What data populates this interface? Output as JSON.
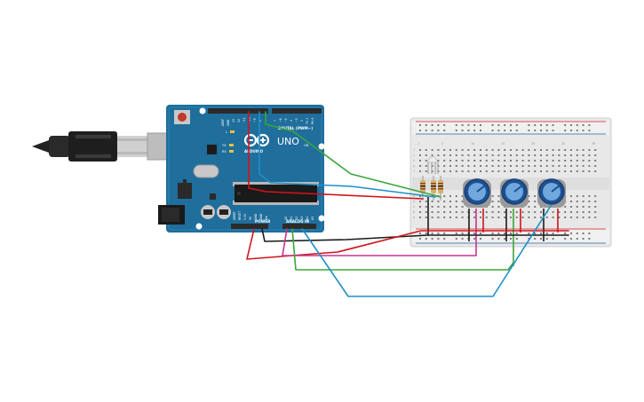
{
  "board": {
    "brand": "ARDUINO",
    "model": "UNO",
    "digital_header": "DIGITAL (PWM~)",
    "power_header": "POWER",
    "analog_header": "ANALOG IN",
    "tx_label": "TX",
    "rx_label": "RX",
    "l_label": "L",
    "on_label": "ON",
    "reset_label": "RESET",
    "top_pin_labels": [
      "AREF",
      "GND",
      "13",
      "12",
      "~11",
      "~10",
      "~9",
      "8",
      "7",
      "~6",
      "~5",
      "4",
      "~3",
      "2",
      "TX 1",
      "RX 0"
    ],
    "power_pin_labels": [
      "IOREF",
      "RESET",
      "3.3V",
      "5V",
      "GND",
      "GND",
      "Vin"
    ],
    "analog_pin_labels": [
      "A0",
      "A1",
      "A2",
      "A3",
      "A4",
      "A5"
    ]
  },
  "breadboard": {
    "col_numbers": [
      "1",
      "5",
      "10",
      "15",
      "20",
      "25",
      "30"
    ],
    "row_letters_top": [
      "j",
      "i",
      "h",
      "g",
      "f"
    ],
    "row_letters_bottom": [
      "e",
      "d",
      "c",
      "b",
      "a"
    ]
  },
  "components": {
    "potentiometers": [
      "pot-1",
      "pot-2",
      "pot-3"
    ],
    "resistors": [
      "resistor-1",
      "resistor-2",
      "resistor-3"
    ],
    "led": "rgb-led"
  },
  "wire_colors": {
    "green": "#3aa63a",
    "blue": "#1e90c8",
    "red": "#d0141a",
    "black": "#1a1a1a",
    "magenta": "#c8348c"
  },
  "colors": {
    "board": "#1f6e9c",
    "board_dark": "#15557a",
    "breadboard": "#e8e8e8",
    "pot_body": "#1d4f91"
  }
}
